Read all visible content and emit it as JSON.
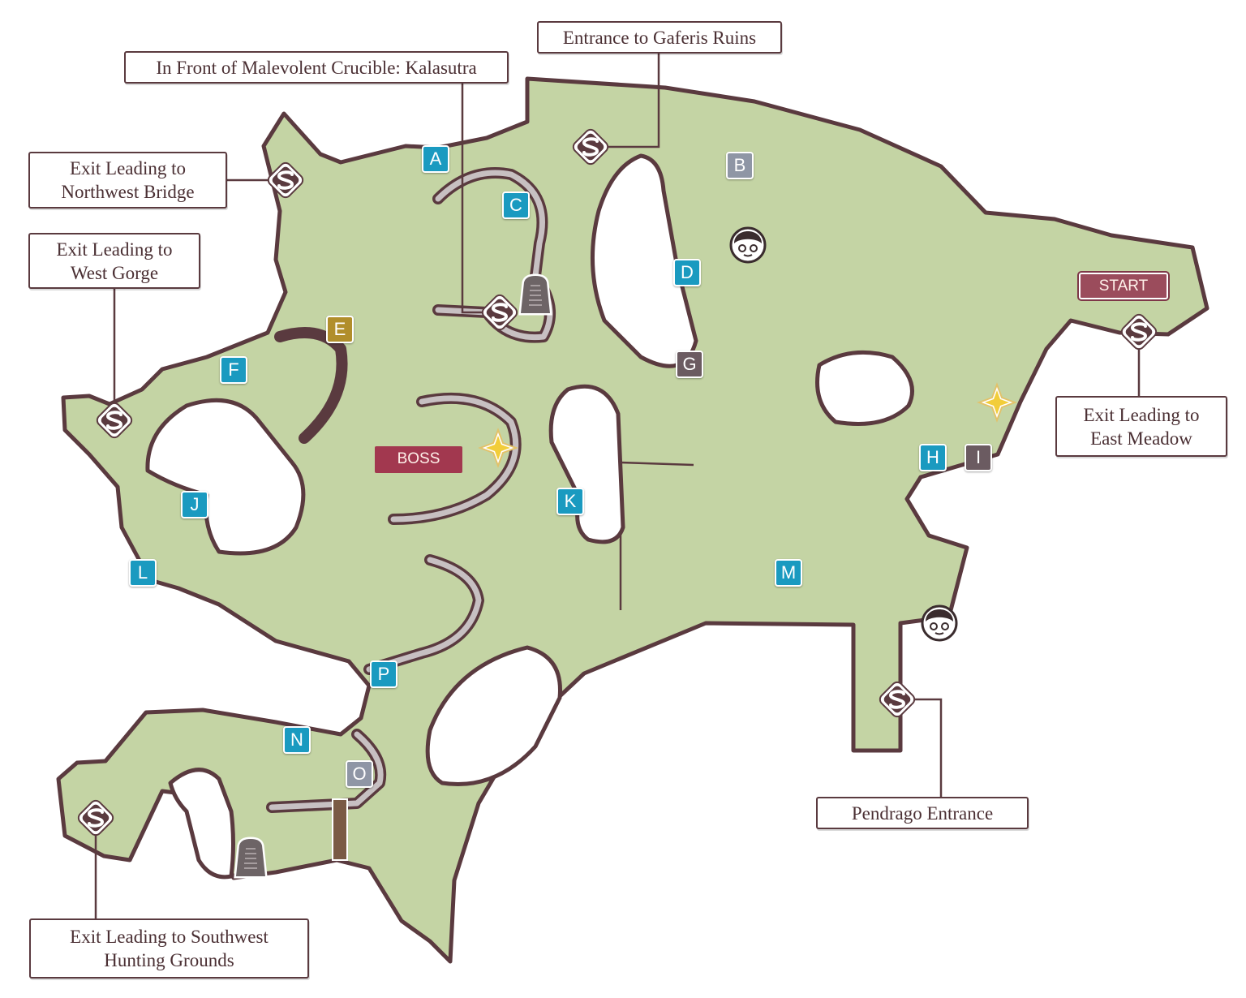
{
  "map": {
    "land_color": "#c4d4a4",
    "border_color": "#5a3a3f",
    "callouts": {
      "gaferis": "Entrance to Gaferis Ruins",
      "crucible": "In Front of Malevolent Crucible: Kalasutra",
      "northwest": "Exit Leading to\nNorthwest Bridge",
      "west_gorge": "Exit Leading to\nWest Gorge",
      "east_meadow": "Exit Leading to\nEast Meadow",
      "pendrago": "Pendrago Entrance",
      "southwest": "Exit Leading to Southwest\nHunting Grounds"
    },
    "markers": {
      "A": "A",
      "B": "B",
      "C": "C",
      "D": "D",
      "E": "E",
      "F": "F",
      "G": "G",
      "H": "H",
      "I": "I",
      "J": "J",
      "K": "K",
      "L": "L",
      "M": "M",
      "N": "N",
      "O": "O",
      "P": "P"
    },
    "tags": {
      "start": "START",
      "boss": "BOSS"
    },
    "icons": [
      "save-point-icon",
      "npc-face-icon",
      "gravestone-icon",
      "sparkle-item-icon",
      "gate-icon"
    ]
  }
}
